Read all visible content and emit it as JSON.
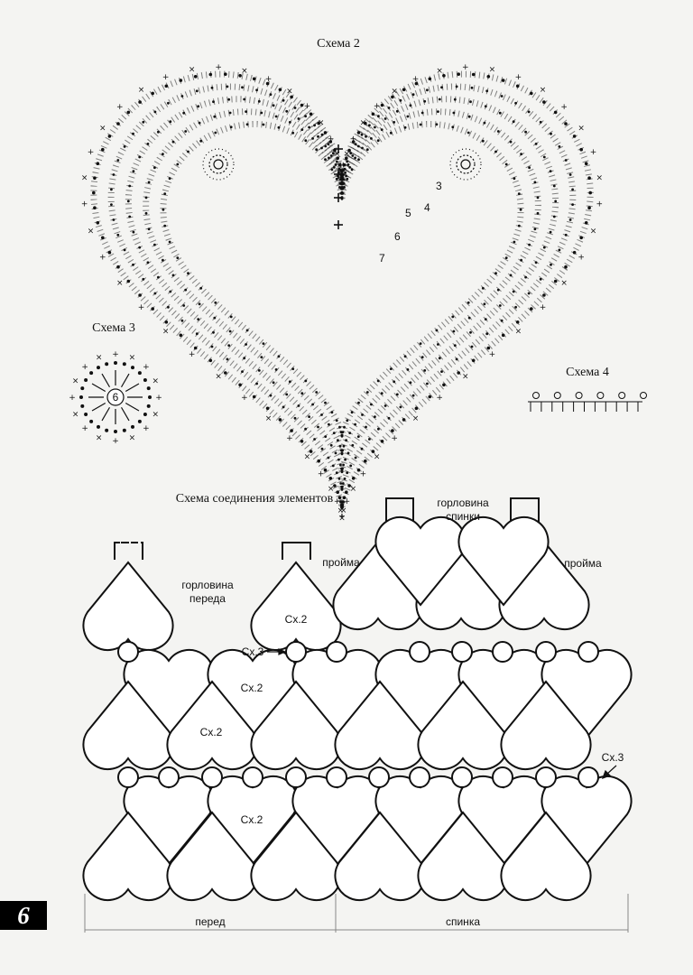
{
  "schemes": {
    "heart_title": "Схема 2",
    "motif_title": "Схема 3",
    "edge_title": "Схема 4",
    "motif_center": "6"
  },
  "heart_marks": {
    "row_numbers": [
      "3",
      "4",
      "5",
      "6",
      "7"
    ]
  },
  "assembly": {
    "title": "Схема соединения элементов",
    "labels": {
      "front_neck_line1": "горловина",
      "front_neck_line2": "переда",
      "armhole_left": "пройма",
      "armhole_right": "пройма",
      "back_neck_line1": "горловина",
      "back_neck_line2": "спинки",
      "sx2_a": "Сх.2",
      "sx2_b": "Сх.2",
      "sx2_c": "Сх.2",
      "sx2_d": "Сх.2",
      "sx3_a": "Сх.3",
      "sx3_b": "Сх.3"
    },
    "bottom": {
      "front": "перед",
      "back": "спинка"
    }
  },
  "page_number": "6"
}
